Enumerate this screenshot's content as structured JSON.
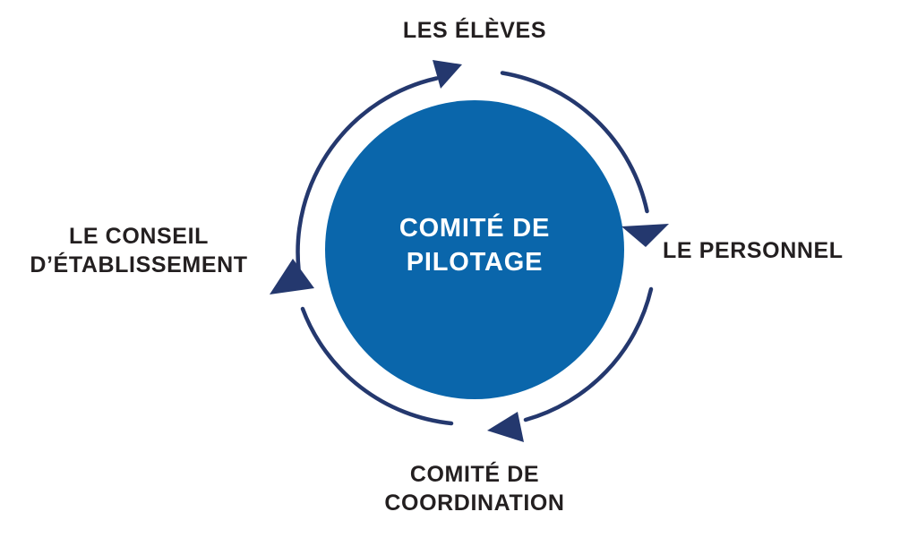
{
  "diagram": {
    "type": "cycle",
    "direction": "clockwise",
    "center": {
      "label": "COMITÉ DE\nPILOTAGE",
      "fill_color": "#0a66ab",
      "text_color": "#ffffff"
    },
    "arc_color": "#24386e",
    "label_color": "#231f20",
    "background_color": "#ffffff",
    "nodes": [
      {
        "id": "eleves",
        "position": "top",
        "label": "LES ÉLÈVES"
      },
      {
        "id": "personnel",
        "position": "right",
        "label": "LE PERSONNEL"
      },
      {
        "id": "coordination",
        "position": "bottom",
        "label": "COMITÉ DE\nCOORDINATION"
      },
      {
        "id": "conseil",
        "position": "left",
        "label": "LE CONSEIL\nD’ÉTABLISSEMENT"
      }
    ],
    "arrows": [
      {
        "id": "arrow-to-eleves",
        "from": "conseil",
        "to": "eleves",
        "points": "up-right"
      },
      {
        "id": "arrow-to-personnel",
        "from": "eleves",
        "to": "personnel",
        "points": "down"
      },
      {
        "id": "arrow-to-coordination",
        "from": "personnel",
        "to": "coordination",
        "points": "left"
      },
      {
        "id": "arrow-to-conseil",
        "from": "coordination",
        "to": "conseil",
        "points": "up"
      }
    ]
  }
}
